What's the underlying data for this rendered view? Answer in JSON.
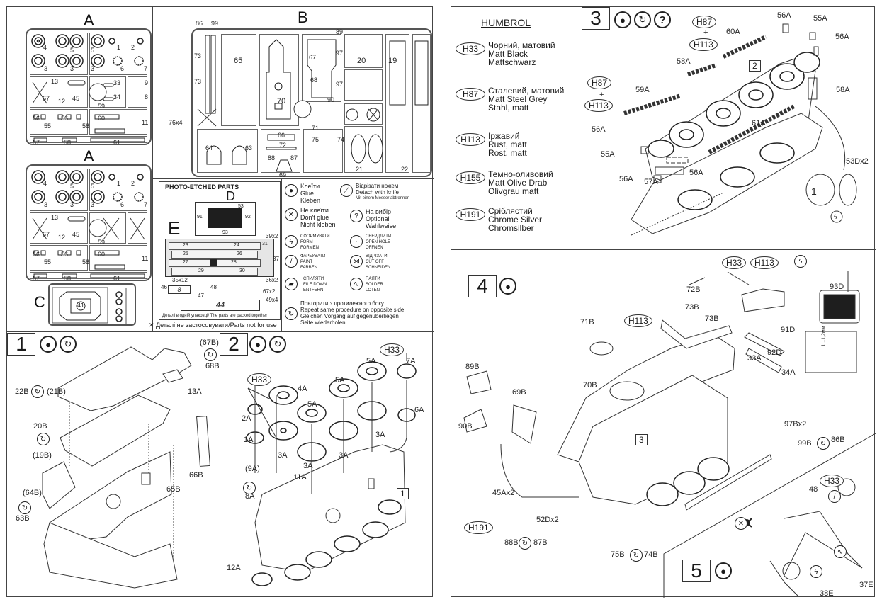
{
  "left_page": {
    "sprues": {
      "A_top": {
        "title": "A",
        "labels": [
          "4",
          "5",
          "3",
          "3",
          "5",
          "1",
          "2",
          "3",
          "6",
          "7",
          "13",
          "33",
          "34",
          "9",
          "8",
          "67",
          "12",
          "45",
          "56",
          "56",
          "55",
          "58",
          "59",
          "60",
          "11",
          "57",
          "58",
          "61"
        ]
      },
      "A_bottom": {
        "title": "A",
        "labels": [
          "4",
          "5",
          "3",
          "3",
          "5",
          "1",
          "2",
          "3",
          "6",
          "7",
          "13",
          "67",
          "12",
          "45",
          "56",
          "56",
          "55",
          "58",
          "59",
          "60",
          "11",
          "57",
          "58",
          "61"
        ]
      },
      "B": {
        "title": "B",
        "labels": [
          "86",
          "99",
          "73",
          "73",
          "76x4",
          "65",
          "70",
          "89",
          "67",
          "97",
          "68",
          "97",
          "90",
          "20",
          "19",
          "71",
          "66",
          "72",
          "64",
          "63",
          "88",
          "87",
          "69",
          "75",
          "74",
          "21",
          "22"
        ]
      },
      "C": {
        "title": "C",
        "labels": [
          "41"
        ]
      }
    },
    "photo_etched": {
      "title": "PHOTO-ETCHED PARTS",
      "D_title": "D",
      "E_title": "E",
      "labels": {
        "d91": "91",
        "d92": "92",
        "d93": "93",
        "d53": "53",
        "e23": "23",
        "e24": "24",
        "e25": "25",
        "e26": "26",
        "e27": "27",
        "e28": "28",
        "e29": "29",
        "e30": "30",
        "e31": "31",
        "e39x2": "39x2",
        "e37": "37",
        "e35x12": "35x12",
        "e36x2": "36x2",
        "p46": "46",
        "p8": "8",
        "p47": "47",
        "p44": "44",
        "p48": "48",
        "p67x2": "67x2",
        "p49x4": "49x4"
      },
      "packed_note": "Деталі в одній упаковці/ The parts are packed together",
      "not_for_use": "Деталі не застосовувати/Parts not for use"
    },
    "symbols": [
      {
        "icon": "glue-icon",
        "lines": [
          "Клеїти",
          "Glue",
          "Kleben"
        ]
      },
      {
        "icon": "knife-icon",
        "lines": [
          "Відрізати ножем",
          "Detach with knife",
          "Mit einem Messer abtrennen"
        ]
      },
      {
        "icon": "no-glue-icon",
        "lines": [
          "Не клеїти",
          "Don't glue",
          "Nicht kleben"
        ]
      },
      {
        "icon": "optional-icon",
        "lines": [
          "На вибір",
          "Optional",
          "Wahlweise"
        ]
      },
      {
        "icon": "form-icon",
        "lines": [
          "СФОРМУВАТИ",
          "FORM",
          "FORMEN"
        ]
      },
      {
        "icon": "drill-icon",
        "lines": [
          "СВЕРДЛИТИ",
          "OPEN HOLE",
          "OFFNEN"
        ]
      },
      {
        "icon": "paint-icon",
        "lines": [
          "ФАРБУВАТИ",
          "PAINT",
          "FARBEN"
        ]
      },
      {
        "icon": "cut-icon",
        "lines": [
          "ВІДРІЗАТИ",
          "CUT OFF",
          "SCHNEIDEN"
        ]
      },
      {
        "icon": "file-icon",
        "lines": [
          "СПИЛЯТИ",
          "FILE DOWN",
          "ENTFERN"
        ]
      },
      {
        "icon": "solder-icon",
        "lines": [
          "ПАЯТИ",
          "SOLDER",
          "LOTEN"
        ]
      },
      {
        "icon": "repeat-icon",
        "lines": [
          "Повторити з протилежного боку",
          "Repeat same procedure on opposite side",
          "Gleichen Vorgang auf gegenuberliegen",
          "Seite wiederholen"
        ]
      }
    ],
    "step1": {
      "number": "1",
      "labels": {
        "p67b": "(67B)",
        "p68b": "68B",
        "p22b": "22B",
        "p21b": "(21B)",
        "p13a": "13A",
        "p20b": "20B",
        "p19b": "(19B)",
        "p66b": "66B",
        "p65b": "65B",
        "p64b": "(64B)",
        "p63b": "63B"
      }
    },
    "step2": {
      "number": "2",
      "paint1": "H33",
      "paint2": "H33",
      "ref": "1",
      "labels": {
        "p7a": "7A",
        "p5a1": "5A",
        "p5a2": "5A",
        "p5a3": "5A",
        "p4a": "4A",
        "p2a": "2A",
        "p1a": "1A",
        "p3a1": "3A",
        "p3a2": "3A",
        "p3a3": "3A",
        "p3a4": "3A",
        "p6a": "6A",
        "p9a": "(9A)",
        "p11a": "11A",
        "p8a": "8A",
        "p12a": "12A"
      }
    }
  },
  "right_page": {
    "paint_legend": {
      "title": "HUMBROL",
      "items": [
        {
          "code": "H33",
          "lines": [
            "Чорний, матовий",
            "Matt Black",
            "Mattschwarz"
          ]
        },
        {
          "code": "H87",
          "lines": [
            "Сталевий, матовий",
            "Matt Steel Grey",
            "Stahl, matt"
          ]
        },
        {
          "code": "H113",
          "lines": [
            "Іржавий",
            "Rust, matt",
            "Rost, matt"
          ]
        },
        {
          "code": "H155",
          "lines": [
            "Темно-оливовий",
            "Matt Olive Drab",
            "Olivgrau matt"
          ]
        },
        {
          "code": "H191",
          "lines": [
            "Сріблястий",
            "Chrome Silver",
            "Chromsilber"
          ]
        }
      ]
    },
    "step3": {
      "number": "3",
      "paint_a": [
        "H87",
        "+",
        "H113"
      ],
      "paint_b": [
        "H87",
        "+",
        "H113"
      ],
      "ref": "2",
      "labels": {
        "p56a1": "56A",
        "p55a1": "55A",
        "p56a2": "56A",
        "p60a": "60A",
        "p58a1": "58A",
        "p58a2": "58A",
        "p59a": "59A",
        "p61a": "61A",
        "p56a3": "56A",
        "p55a2": "55A",
        "p56a4": "56A",
        "p57a": "57A",
        "p56a5": "56A",
        "p53d": "53Dx2",
        "detail_num": "1"
      }
    },
    "step4": {
      "number": "4",
      "paint_top": [
        "H33",
        "H113"
      ],
      "paint_h113": "H113",
      "paint_h191": "H191",
      "ref": "3",
      "labels": {
        "p72b": "72B",
        "p73b1": "73B",
        "p73b2": "73B",
        "p71b": "71B",
        "p93d": "93D",
        "p91d": "91D",
        "p92d": "92D",
        "p33a": "33A",
        "p34a": "34A",
        "p89b": "89B",
        "p69b": "69B",
        "p90b": "90B",
        "p70b": "70B",
        "p97b": "97Bx2",
        "p99b": "99B",
        "p86b": "86B",
        "p45a": "45Ax2",
        "p52d": "52Dx2",
        "p88b": "88B",
        "p87b": "87B",
        "p75b": "75B",
        "p74b": "74B",
        "dim": "1...1,2мм"
      }
    },
    "step5": {
      "number": "5",
      "paint": "H33",
      "labels": {
        "p48": "48",
        "p38e": "38E",
        "p37e": "37E"
      }
    }
  }
}
